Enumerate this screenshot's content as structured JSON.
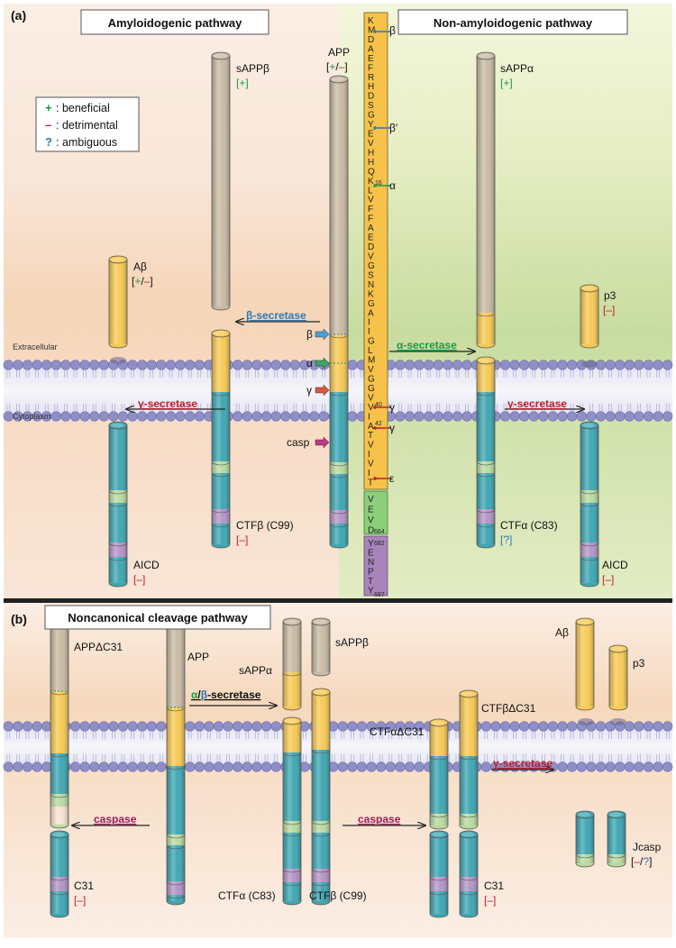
{
  "panel_a": {
    "label": "(a)",
    "left_title": "Amyloidogenic pathway",
    "right_title": "Non-amyloidogenic pathway",
    "extracellular": "Extracellular",
    "cytoplasm": "Cytoplasm",
    "legend": [
      {
        "symbol": "+",
        "text": ": beneficial",
        "color": "#1a9a4a"
      },
      {
        "symbol": "–",
        "text": ": detrimental",
        "color": "#c0202a"
      },
      {
        "symbol": "?",
        "text": ": ambiguous",
        "color": "#2a7ab8"
      }
    ],
    "enzymes": {
      "beta_secretase": "β-secretase",
      "alpha_secretase": "α-secretase",
      "gamma_left": "γ-secretase",
      "gamma_right": "γ-secretase"
    },
    "molecules": {
      "sappb": "sAPPβ",
      "sappb_tag": "[+]",
      "app": "APP",
      "app_tag": "[+/–]",
      "sappa": "sAPPα",
      "sappa_tag": "[+]",
      "abeta": "Aβ",
      "abeta_tag": "[+/–]",
      "p3": "p3",
      "p3_tag": "[–]",
      "ctfb": "CTFβ (C99)",
      "ctfb_tag": "[–]",
      "ctfa": "CTFα (C83)",
      "ctfa_tag": "[?]",
      "aicd_left": "AICD",
      "aicd_left_tag": "[–]",
      "aicd_right": "AICD",
      "aicd_right_tag": "[–]"
    },
    "site_markers": {
      "beta": "β",
      "alpha": "α",
      "gamma": "γ",
      "casp": "casp"
    },
    "sequence_sites": {
      "beta": "β",
      "beta_prime": "β′",
      "alpha": "α",
      "gamma1": "γ",
      "gamma2": "γ",
      "epsilon": "ε"
    },
    "sequence_yellow": [
      "K",
      "M",
      "D",
      "A",
      "E",
      "F",
      "R",
      "H",
      "D",
      "S",
      "G",
      "Y",
      "E",
      "V",
      "H",
      "H",
      "Q",
      "K",
      "L",
      "V",
      "F",
      "F",
      "A",
      "E",
      "D",
      "V",
      "G",
      "S",
      "N",
      "K",
      "G",
      "A",
      "I",
      "I",
      "G",
      "L",
      "M",
      "V",
      "G",
      "G",
      "V",
      "V",
      "I",
      "A",
      "T",
      "V",
      "I",
      "V",
      "I",
      "T"
    ],
    "sequence_marks": {
      "k16": "16",
      "v40": "40",
      "a42": "42"
    },
    "sequence_green": [
      "V",
      "E",
      "V",
      "D"
    ],
    "sequence_green_sub": "664",
    "sequence_purple": [
      "Y",
      "E",
      "N",
      "P",
      "T",
      "Y"
    ],
    "sequence_purple_sub_top": "682",
    "sequence_purple_sub_bottom": "687"
  },
  "panel_b": {
    "label": "(b)",
    "title": "Noncanonical cleavage pathway",
    "enzymes": {
      "ab_secretase_a": "α",
      "ab_secretase_slash": "/",
      "ab_secretase_b": "β",
      "ab_secretase_rest": "-secretase",
      "caspase_left": "caspase",
      "caspase_right": "caspase",
      "gamma": "γ-secretase"
    },
    "molecules": {
      "app_dc31": "APPΔC31",
      "app": "APP",
      "sappa": "sAPPα",
      "sappb": "sAPPβ",
      "abeta": "Aβ",
      "p3": "p3",
      "ctfb_dc31": "CTFβΔC31",
      "ctfa_dc31": "CTFαΔC31",
      "c31_left": "C31",
      "c31_left_tag": "[–]",
      "ctfa": "CTFα (C83)",
      "ctfb": "CTFβ (C99)",
      "c31_right": "C31",
      "c31_right_tag": "[–]",
      "jcasp": "Jcasp",
      "jcasp_tag": "[–/?]"
    }
  },
  "colors": {
    "sapp": "#c9bba4",
    "abeta": "#f8ca55",
    "tm_teal": "#3fa7b3",
    "green_band": "#b9dba0",
    "purple_band": "#b595c7",
    "membrane_head": "#8f8fc6",
    "beta_enzyme": "#2a7ab8",
    "alpha_enzyme": "#1a9a4a",
    "gamma_enzyme": "#c0202a",
    "caspase": "#9c1a5a"
  }
}
